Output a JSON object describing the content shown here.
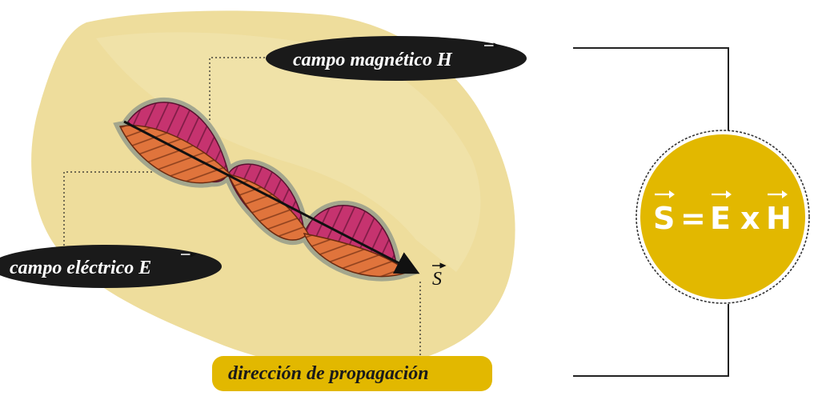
{
  "labels": {
    "magnetic": "campo magnético H",
    "electric": "campo eléctrico E",
    "propagation": "dirección de propagación",
    "poynting_symbol": "S"
  },
  "formula": {
    "lhs": "S",
    "equals": "=",
    "e": "E",
    "times": "x",
    "h": "H"
  },
  "colors": {
    "paper": "#eedd9c",
    "magnetic_lobe": "#c6336f",
    "electric_lobe": "#e0743c",
    "lobe_halo": "#8a9488",
    "label_bubble": "#1a1a1a",
    "label_text_light": "#ffffff",
    "propagation_bubble": "#e2b800",
    "formula_circle": "#e2b800",
    "connector_line": "#222222"
  }
}
